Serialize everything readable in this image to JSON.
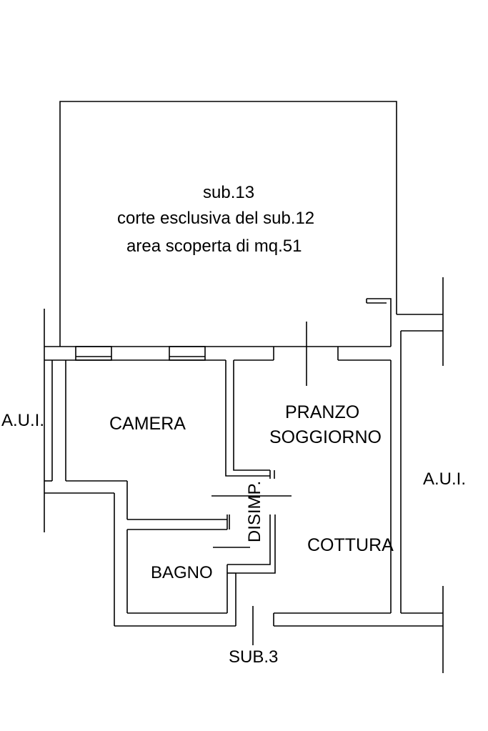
{
  "court": {
    "line1": "sub.13",
    "line2": "corte esclusiva del sub.12",
    "line3": "area scoperta di mq.51"
  },
  "rooms": {
    "camera": "CAMERA",
    "pranzo": "PRANZO",
    "soggiorno": "SOGGIORNO",
    "disimp": "DISIMP.",
    "cottura": "COTTURA",
    "bagno": "BAGNO"
  },
  "neighbors": {
    "aui_left": "A.U.I.",
    "aui_right": "A.U.I.",
    "sub3": "SUB.3"
  },
  "colors": {
    "line": "#000000",
    "background": "#ffffff"
  }
}
